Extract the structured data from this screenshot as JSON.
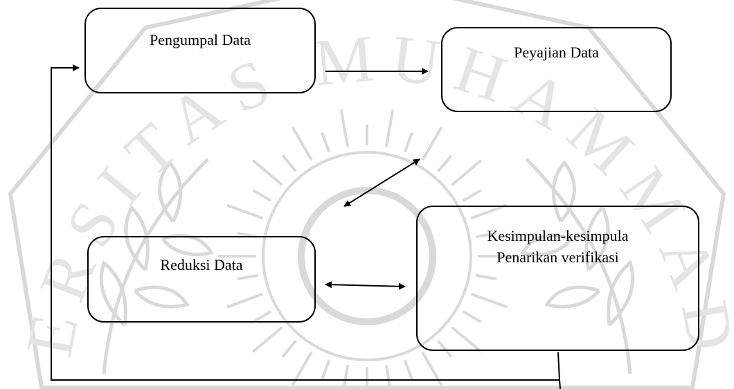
{
  "diagram": {
    "boxes": {
      "pengumpulan": {
        "label": "Pengumpal Data"
      },
      "penyajian": {
        "label": "Peyajian Data"
      },
      "reduksi": {
        "label": "Reduksi Data"
      },
      "kesimpulan": {
        "line1": "Kesimpulan-kesimpula",
        "line2": "Penarikan verifikasi"
      }
    },
    "watermark": {
      "ring_text": "UNIVERSITAS MUHAMMADIYAH",
      "color": "#d9d9d9"
    }
  }
}
